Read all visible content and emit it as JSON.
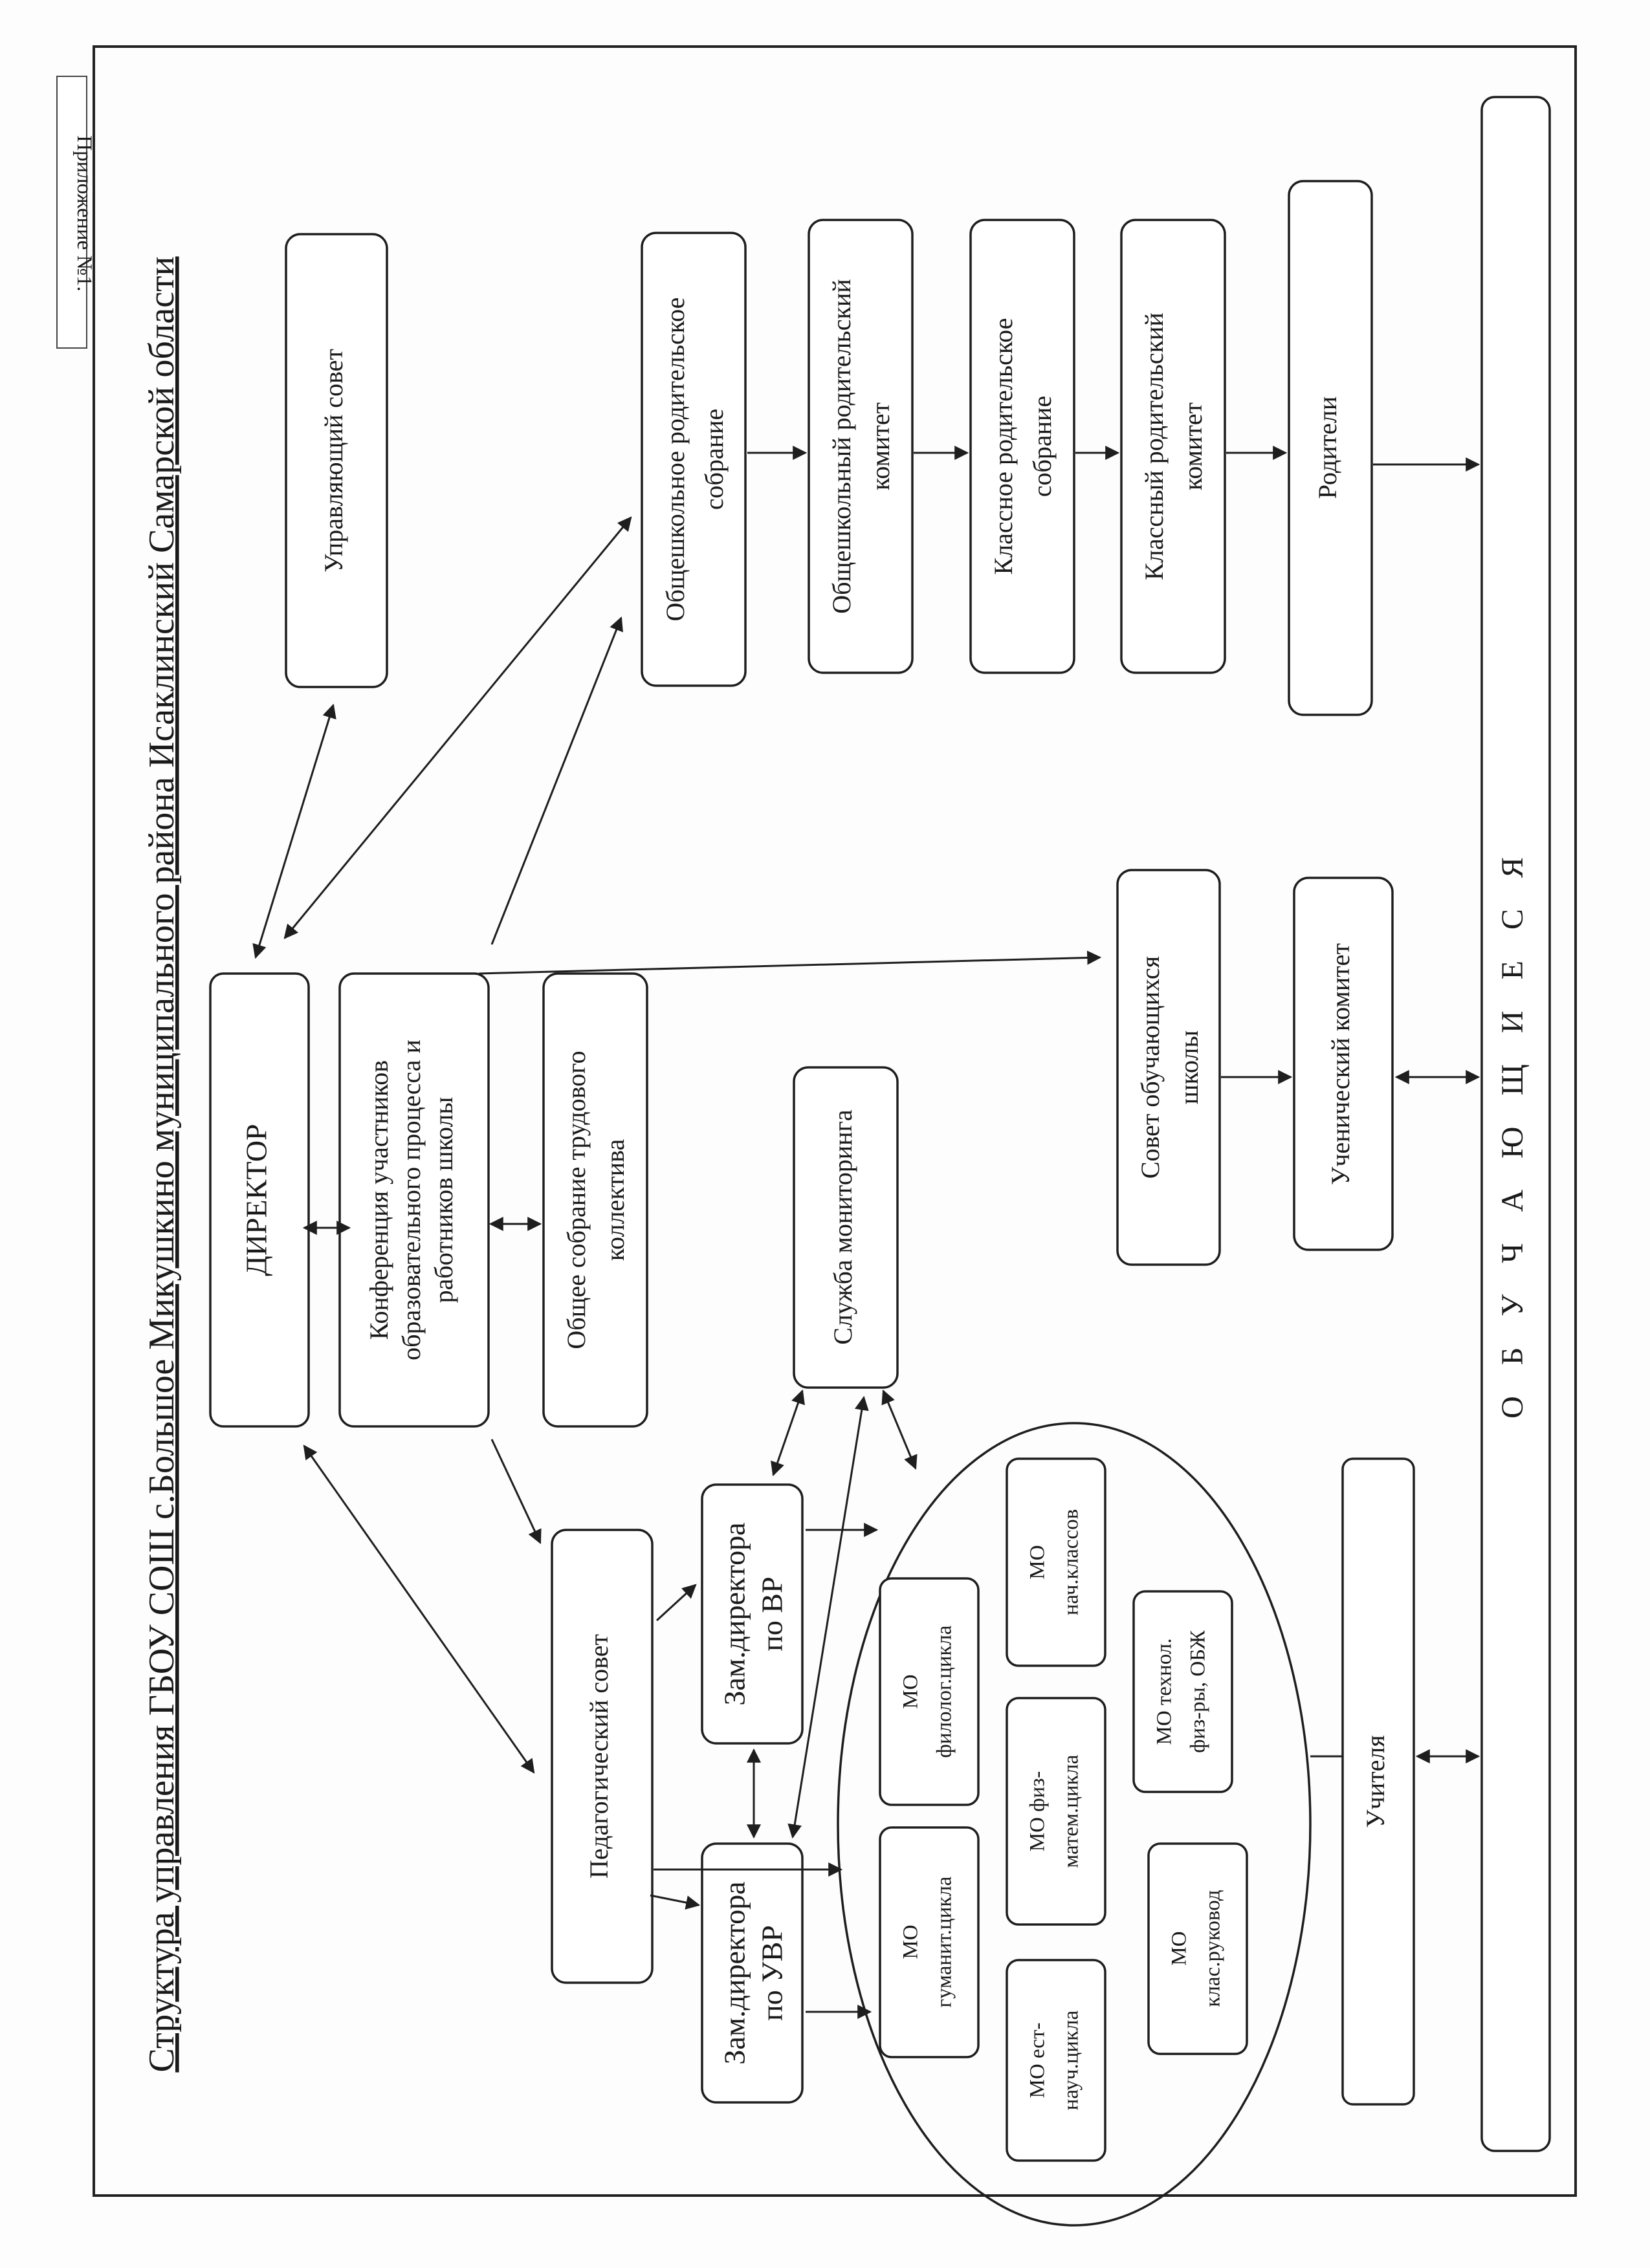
{
  "appendix": "Приложение №1.",
  "title": "Структура управления ГБОУ СОШ с.Большое Микушкино муниципального района Исаклинский Самарской области",
  "boxes": {
    "director": "ДИРЕКТОР",
    "conference": [
      "Конференция участников",
      "образовательного процесса и",
      "работников школы"
    ],
    "general_meeting": [
      "Общее собрание трудового",
      "коллектива"
    ],
    "monitoring": "Служба мониторинга",
    "pedagogical_council": "Педагогический совет",
    "deputy_vr": [
      "Зам.директора",
      "по ВР"
    ],
    "deputy_uvr": [
      "Зам.директора",
      "по УВР"
    ],
    "governing_council": "Управляющий совет",
    "parent_meeting_school": [
      "Общешкольное родительское",
      "собрание"
    ],
    "parent_committee_school": [
      "Общешкольный родительский",
      "комитет"
    ],
    "parent_meeting_class": [
      "Классное родительское",
      "собрание"
    ],
    "parent_committee_class": [
      "Классный родительский",
      "комитет"
    ],
    "parents": "Родители",
    "student_council": [
      "Совет обучающихся",
      "школы"
    ],
    "student_committee": "Ученический комитет",
    "teachers": "Учителя",
    "students": "О Б У Ч А Ю Щ И Е С Я"
  },
  "mo_units": {
    "philolog": [
      "МО",
      "филолог.цикла"
    ],
    "primary": [
      "МО",
      "нач.классов"
    ],
    "humanit": [
      "МО",
      "гуманит.цикла"
    ],
    "physmath": [
      "МО физ-",
      "матем.цикла"
    ],
    "tech": [
      "МО технол.",
      "физ-ры, ОБЖ"
    ],
    "science": [
      "МО ест-",
      "науч.цикла"
    ],
    "class_heads": [
      "МО",
      "клас.руковод"
    ]
  }
}
